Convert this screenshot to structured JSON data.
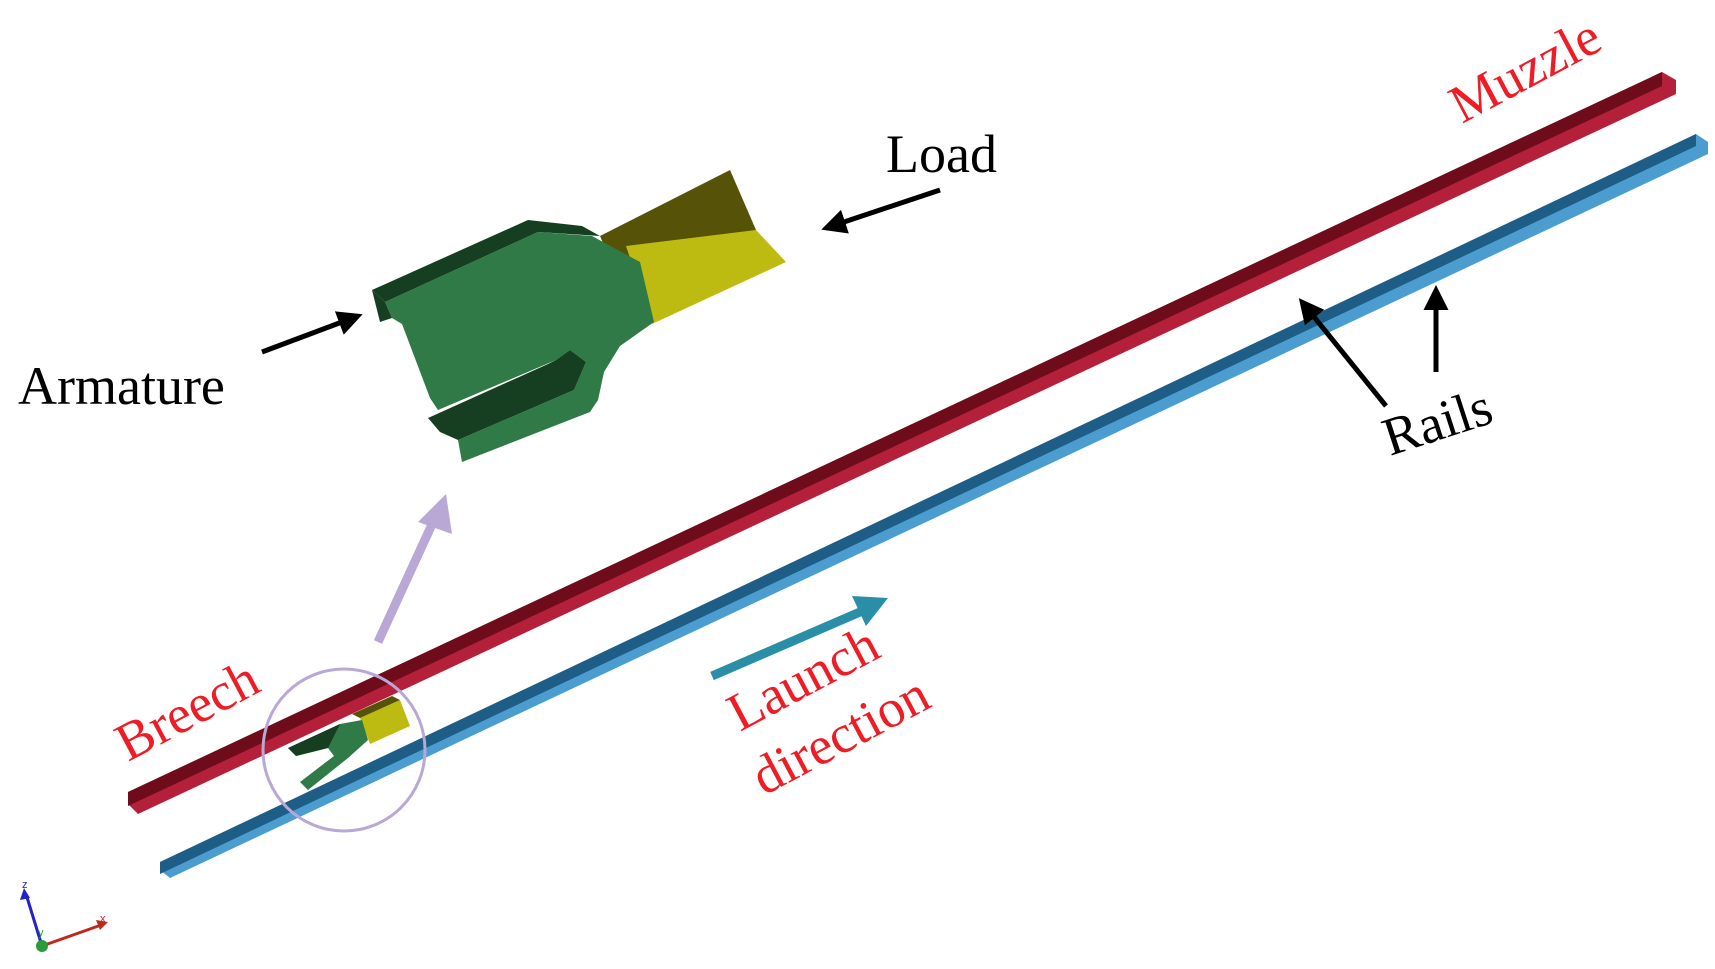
{
  "labels": {
    "load": "Load",
    "armature": "Armature",
    "rails": "Rails",
    "muzzle": "Muzzle",
    "breech": "Breech",
    "launch_line1": "Launch",
    "launch_line2": "direction"
  },
  "triad": {
    "x": "x",
    "y": "y",
    "z": "z"
  },
  "colors": {
    "rail_top_face": "#b41f3a",
    "rail_top_side": "#6e0c1c",
    "rail_bottom_face": "#4b9dd0",
    "rail_bottom_side": "#1e5e86",
    "armature_face": "#2f7a46",
    "armature_side": "#163f22",
    "load_face": "#bdbb12",
    "load_side": "#565207",
    "callout_circle": "#b9a8d6",
    "launch_arrow": "#2a8fa6",
    "annotation_red": "#ee1c24",
    "annotation_black": "#000000"
  }
}
